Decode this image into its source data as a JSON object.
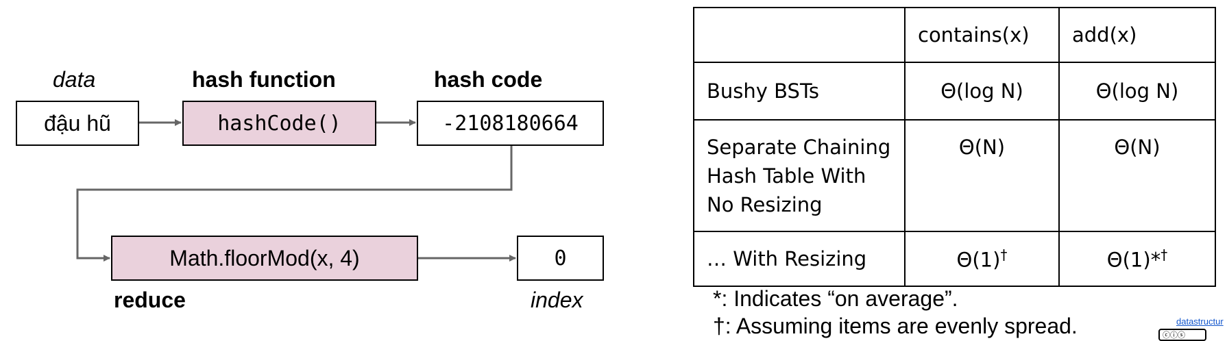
{
  "diagram": {
    "labels": {
      "data": "data",
      "hash_function": "hash function",
      "hash_code": "hash code",
      "reduce": "reduce",
      "index": "index"
    },
    "boxes": {
      "input": "đậu hũ",
      "hash_fn": "hashCode()",
      "hash_value": "-2108180664",
      "reduce_fn": "Math.floorMod(x, 4)",
      "index_value": "0"
    }
  },
  "table": {
    "headers": [
      "",
      "contains(x)",
      "add(x)"
    ],
    "rows": [
      {
        "name": "Bushy BSTs",
        "contains": "Θ(log N)",
        "add": "Θ(log N)"
      },
      {
        "name_lines": [
          "Separate Chaining",
          "Hash Table With",
          "No Resizing"
        ],
        "contains": "Θ(N)",
        "add": "Θ(N)"
      },
      {
        "name": "… With Resizing",
        "contains_base": "Θ(1)",
        "contains_sup": "†",
        "add_base": "Θ(1)*",
        "add_sup": "†"
      }
    ]
  },
  "notes": [
    "*: Indicates “on average”.",
    "†: Assuming items are evenly spread."
  ],
  "credit": "datastructur",
  "colors": {
    "box_fill": "#ead1dc",
    "arrow": "#666666"
  }
}
